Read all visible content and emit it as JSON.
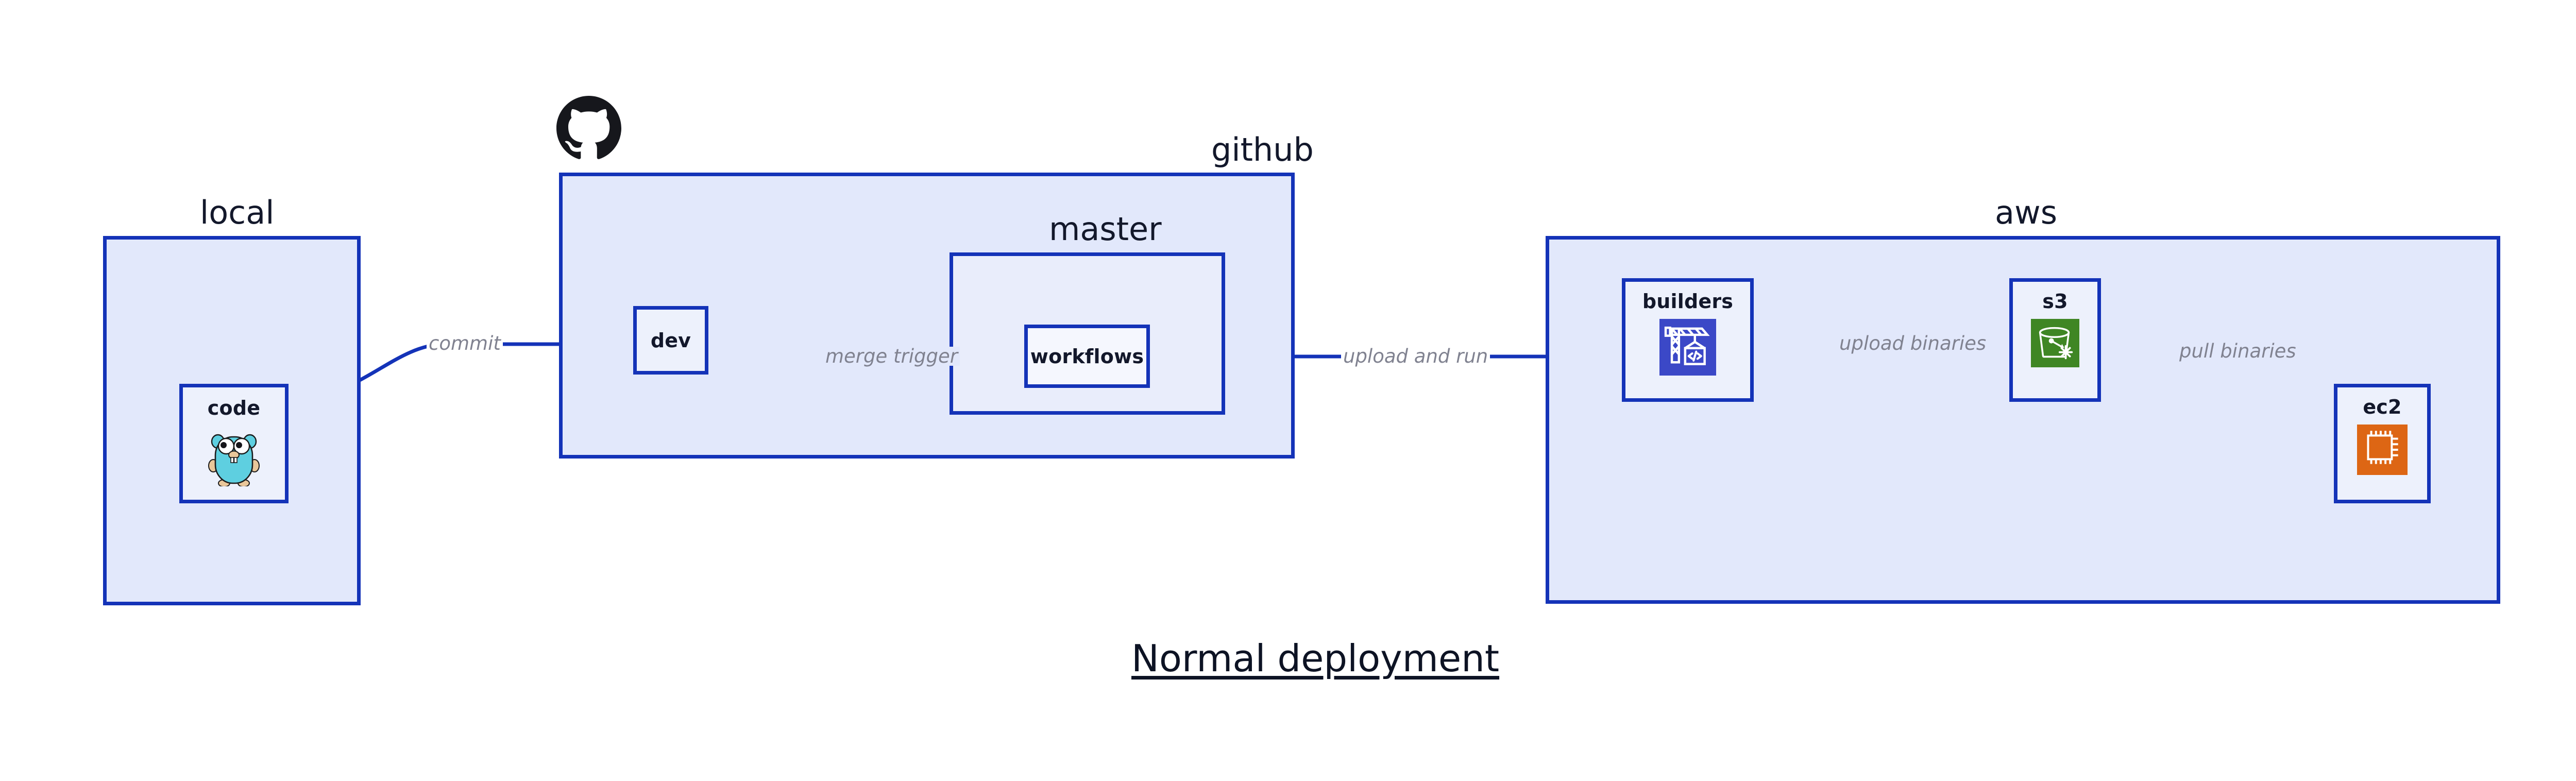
{
  "title": "Normal deployment",
  "colors": {
    "edge": "#1433b8",
    "group_border": "#1433b8",
    "group_fill": "#e2e8fb",
    "node_fill": "#edf1fc",
    "node_border": "#1433b8",
    "edge_label": "#808290",
    "title": "#0d1324",
    "codebuild_orange_blue": "#3b48c7",
    "s3_green": "#3f8624",
    "ec2_orange": "#dd6614",
    "gopher_cyan": "#5ecfe0",
    "octocat_black": "#16171c"
  },
  "groups": [
    {
      "id": "local",
      "label": "local"
    },
    {
      "id": "github",
      "label": "github"
    },
    {
      "id": "master",
      "label": "master"
    },
    {
      "id": "aws",
      "label": "aws"
    }
  ],
  "nodes": [
    {
      "id": "code",
      "label": "code",
      "icon": "go-gopher-icon",
      "group": "local"
    },
    {
      "id": "dev",
      "label": "dev",
      "icon": null,
      "group": "github"
    },
    {
      "id": "workflows",
      "label": "workflows",
      "icon": null,
      "group": "master"
    },
    {
      "id": "builders",
      "label": "builders",
      "icon": "aws-codebuild-icon",
      "group": "aws"
    },
    {
      "id": "s3",
      "label": "s3",
      "icon": "aws-s3-glacier-icon",
      "group": "aws"
    },
    {
      "id": "ec2",
      "label": "ec2",
      "icon": "aws-ec2-chip-icon",
      "group": "aws"
    }
  ],
  "edges": [
    {
      "id": "commit",
      "label": "commit",
      "from": "code",
      "to": "dev"
    },
    {
      "id": "merge-trigger",
      "label": "merge trigger",
      "from": "dev",
      "to": "workflows"
    },
    {
      "id": "upload-and-run",
      "label": "upload and run",
      "from": "workflows",
      "to": "builders"
    },
    {
      "id": "upload-binaries",
      "label": "upload binaries",
      "from": "builders",
      "to": "s3"
    },
    {
      "id": "pull-binaries",
      "label": "pull binaries",
      "from": "s3",
      "to": "ec2"
    }
  ],
  "logos": [
    {
      "id": "github-octocat",
      "name": "github-octocat-logo"
    }
  ]
}
